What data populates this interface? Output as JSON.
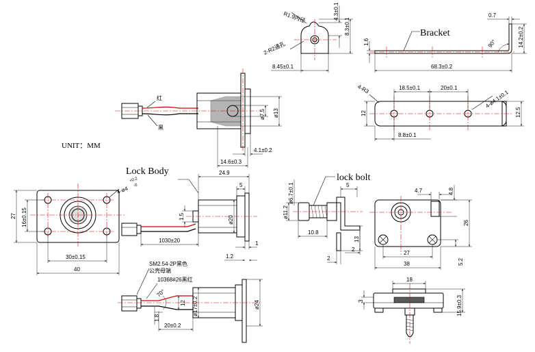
{
  "unit_label": "UNIT：MM",
  "callouts": {
    "bracket": "Bracket",
    "lock_body": "Lock Body",
    "lock_bolt": "lock bolt"
  },
  "colors": {
    "centerline": "#e00000",
    "wire_red": "#d40000",
    "wire_black": "#000000"
  },
  "top_left": {
    "wire_red": "红",
    "wire_black": "黑",
    "d7_5": "ø7.5",
    "d13": "ø13",
    "l4_1": "4.1±0.2",
    "l14_6": "14.6±0.3"
  },
  "bracket_views": {
    "r1_9": "R1.9内径",
    "r2": "2-R2通孔",
    "h4_3": "4.3±0.1",
    "h8_3": "8.3±0.1",
    "w8_45": "8.45±0.1",
    "t1_6": "1.6",
    "t0_7": "0.7",
    "h14_2": "14.2±0.2",
    "ang90": "90°",
    "l68_3": "68.3±0.2",
    "r3": "4-R3",
    "d18_5": "18.5±0.1",
    "d20": "20±0.1",
    "holes": "4-ø4.1±0.1",
    "h12": "12",
    "h12_5": "12.5",
    "d8_8": "8.8±0.1"
  },
  "lock_body": {
    "d24_9": "24.9",
    "d5": "5",
    "d1_5": "1.5",
    "d20": "ø20",
    "wire_len": "1030±20",
    "d1": "1",
    "hole_spec": "4-ø4",
    "tol_plus": "+0.2",
    "tol_minus": "-0",
    "h27": "27",
    "h16": "16±0.15",
    "w30": "30±0.15",
    "w40": "40",
    "d1_2": "1.2"
  },
  "bottom_left": {
    "connector": "SM2.54-2P黑色",
    "connector_sub": "公壳母端",
    "wire": "10368#26黑红",
    "ang70": "70°",
    "h12": "12",
    "d17": "ø17±0.2",
    "d24": "ø24",
    "h1_8": "1.8",
    "l20": "20±0.2"
  },
  "lock_bolt": {
    "d6_7": "ø6.7±0.1",
    "d11_2": "ø11.2",
    "d5": "5",
    "d10_8": "10.8",
    "d13": "13",
    "d2a": "2",
    "d2b": "2",
    "w4_7": "4.7",
    "h4_8": "4.8",
    "h26": "26",
    "w27": "27",
    "w38": "38",
    "h5_2": "5.2",
    "w18": "18",
    "h3": "3",
    "h15_9": "15.9±0.3"
  }
}
